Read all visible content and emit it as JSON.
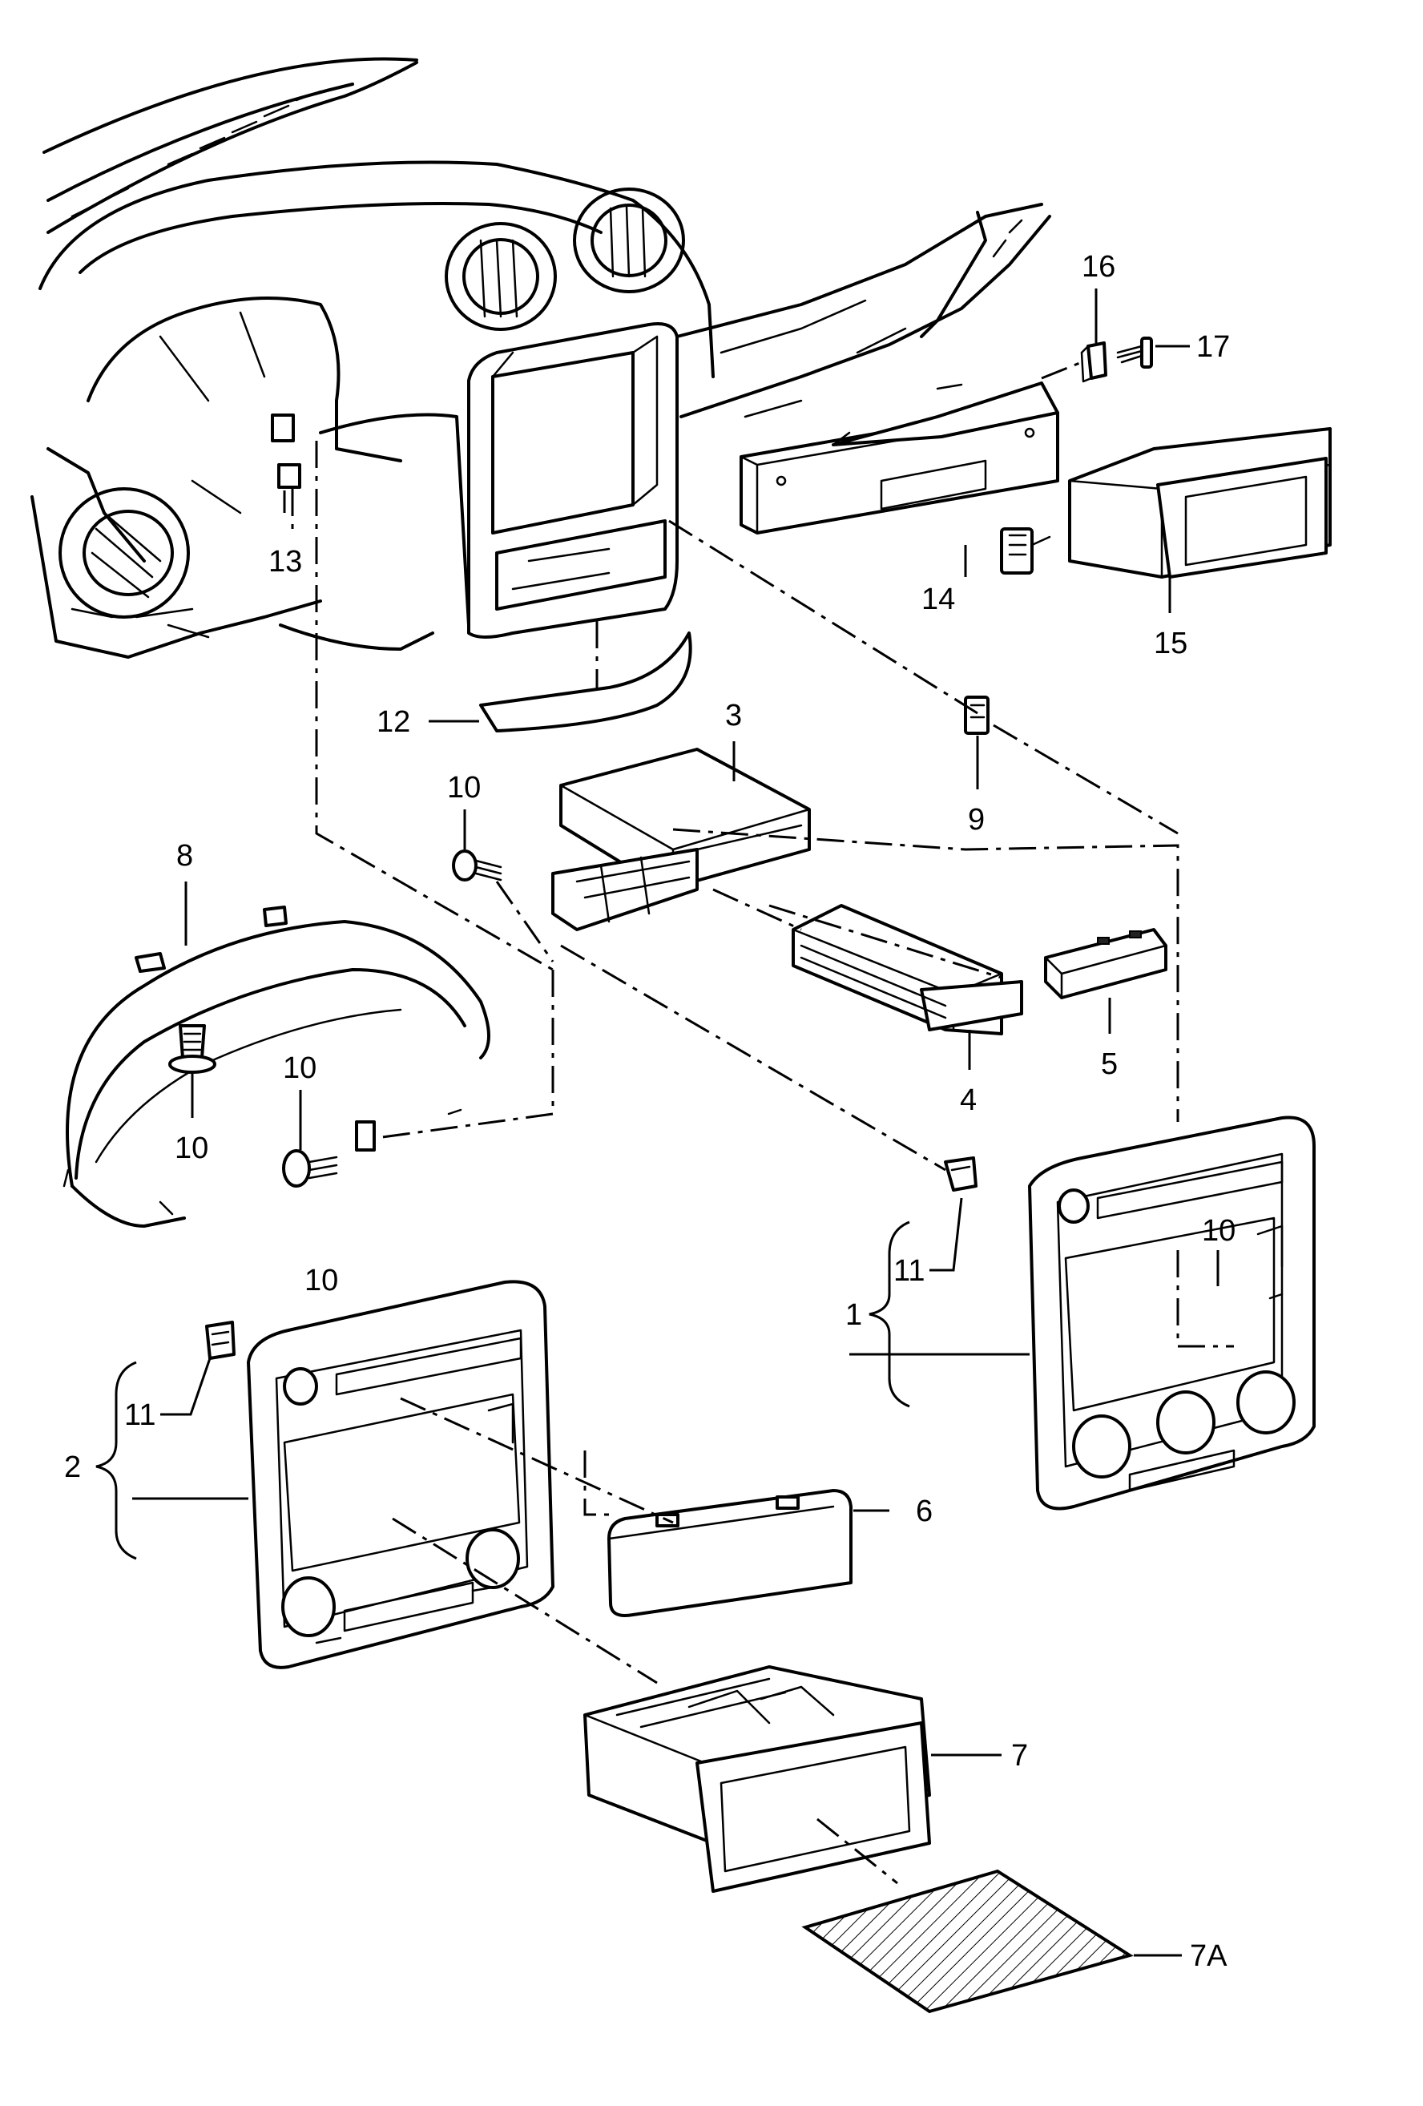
{
  "callouts": {
    "c1": "1",
    "c2": "2",
    "c3": "3",
    "c4": "4",
    "c5": "5",
    "c6": "6",
    "c7": "7",
    "c7a": "7A",
    "c8": "8",
    "c9": "9",
    "c10a": "10",
    "c10b": "10",
    "c10c": "10",
    "c10d": "10",
    "c10e": "10",
    "c11a": "11",
    "c11b": "11",
    "c12": "12",
    "c13": "13",
    "c14": "14",
    "c15": "15",
    "c16": "16",
    "c17": "17"
  }
}
